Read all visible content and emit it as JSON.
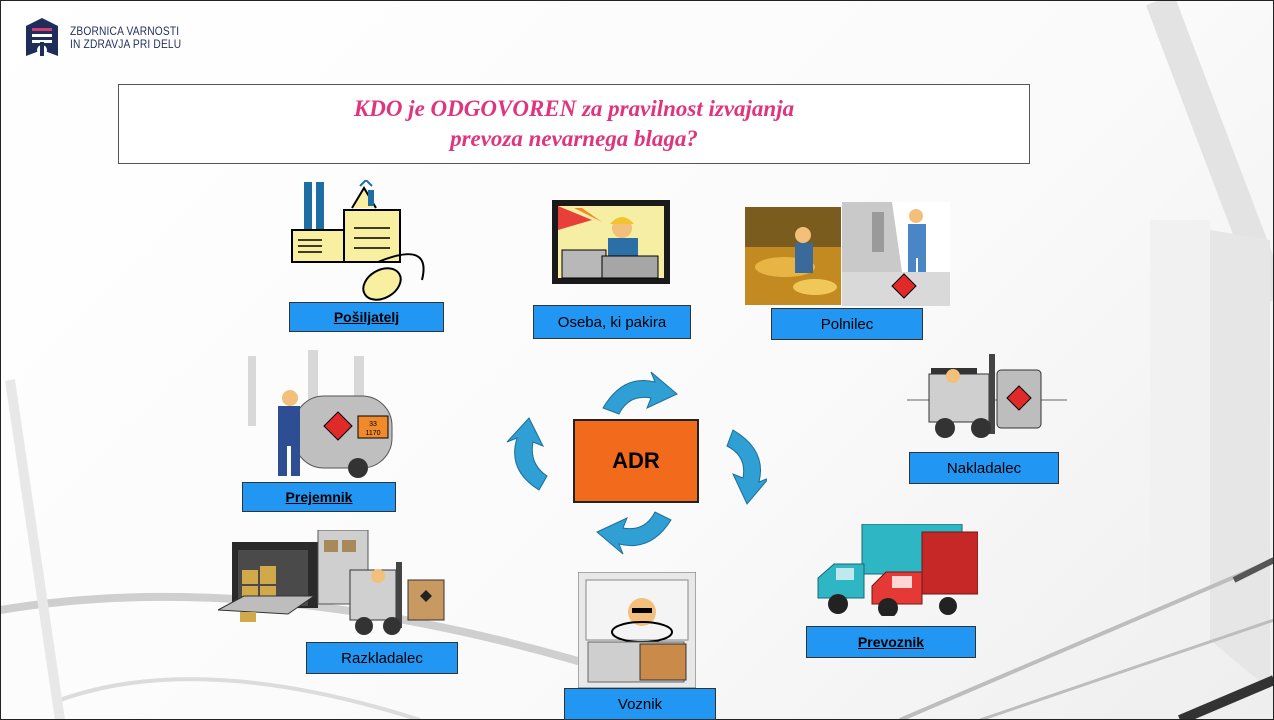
{
  "logo": {
    "line1": "ZBORNICA VARNOSTI",
    "line2": "IN ZDRAVJA PRI DELU"
  },
  "title": {
    "line1": "KDO je ODGOVOREN za pravilnost izvajanja",
    "line2": "prevoza nevarnega blaga?"
  },
  "center": {
    "label": "ADR"
  },
  "roles": {
    "posiljatelj": "Pošiljatelj",
    "pakira": "Oseba, ki pakira",
    "polnilec": "Polnilec",
    "nakladalec": "Nakladalec",
    "prevoznik": "Prevoznik",
    "voznik": "Voznik",
    "razkladalec": "Razkladalec",
    "prejemnik": "Prejemnik"
  },
  "hazard": {
    "un_top": "33",
    "un_bottom": "1170"
  },
  "colors": {
    "label_bg": "#2196f3",
    "adr_bg": "#f26a1b",
    "title": "#e0347d",
    "arrow": "#2f9fd4"
  }
}
